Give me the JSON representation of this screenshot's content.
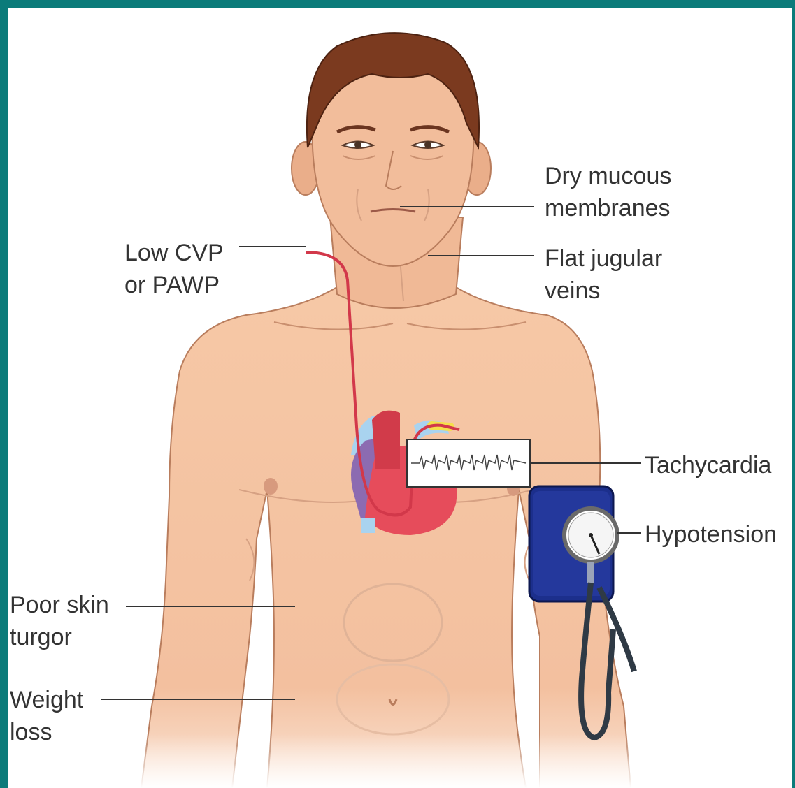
{
  "colors": {
    "frame": "#0b7b7a",
    "skin": "#f3c09f",
    "hair": "#7b3a1f",
    "catheter": "#d2384a",
    "heart_red": "#e64c5b",
    "heart_purple": "#8c6bb1",
    "heart_blue": "#a9d3ef",
    "cuff": "#1c2f8c",
    "leader": "#333333"
  },
  "icons": {
    "heart": "heart-icon",
    "ecg": "ecg-strip-icon",
    "gauge": "blood-pressure-gauge-icon"
  },
  "labels": {
    "dry_mucous": [
      "Dry mucous",
      "membranes"
    ],
    "low_cvp": [
      "Low CVP",
      "or PAWP"
    ],
    "flat_jugular": [
      "Flat jugular",
      "veins"
    ],
    "tachycardia": [
      "Tachycardia"
    ],
    "hypotension": [
      "Hypotension"
    ],
    "poor_skin": [
      "Poor skin",
      "turgor"
    ],
    "weight_loss": [
      "Weight",
      "loss"
    ]
  }
}
